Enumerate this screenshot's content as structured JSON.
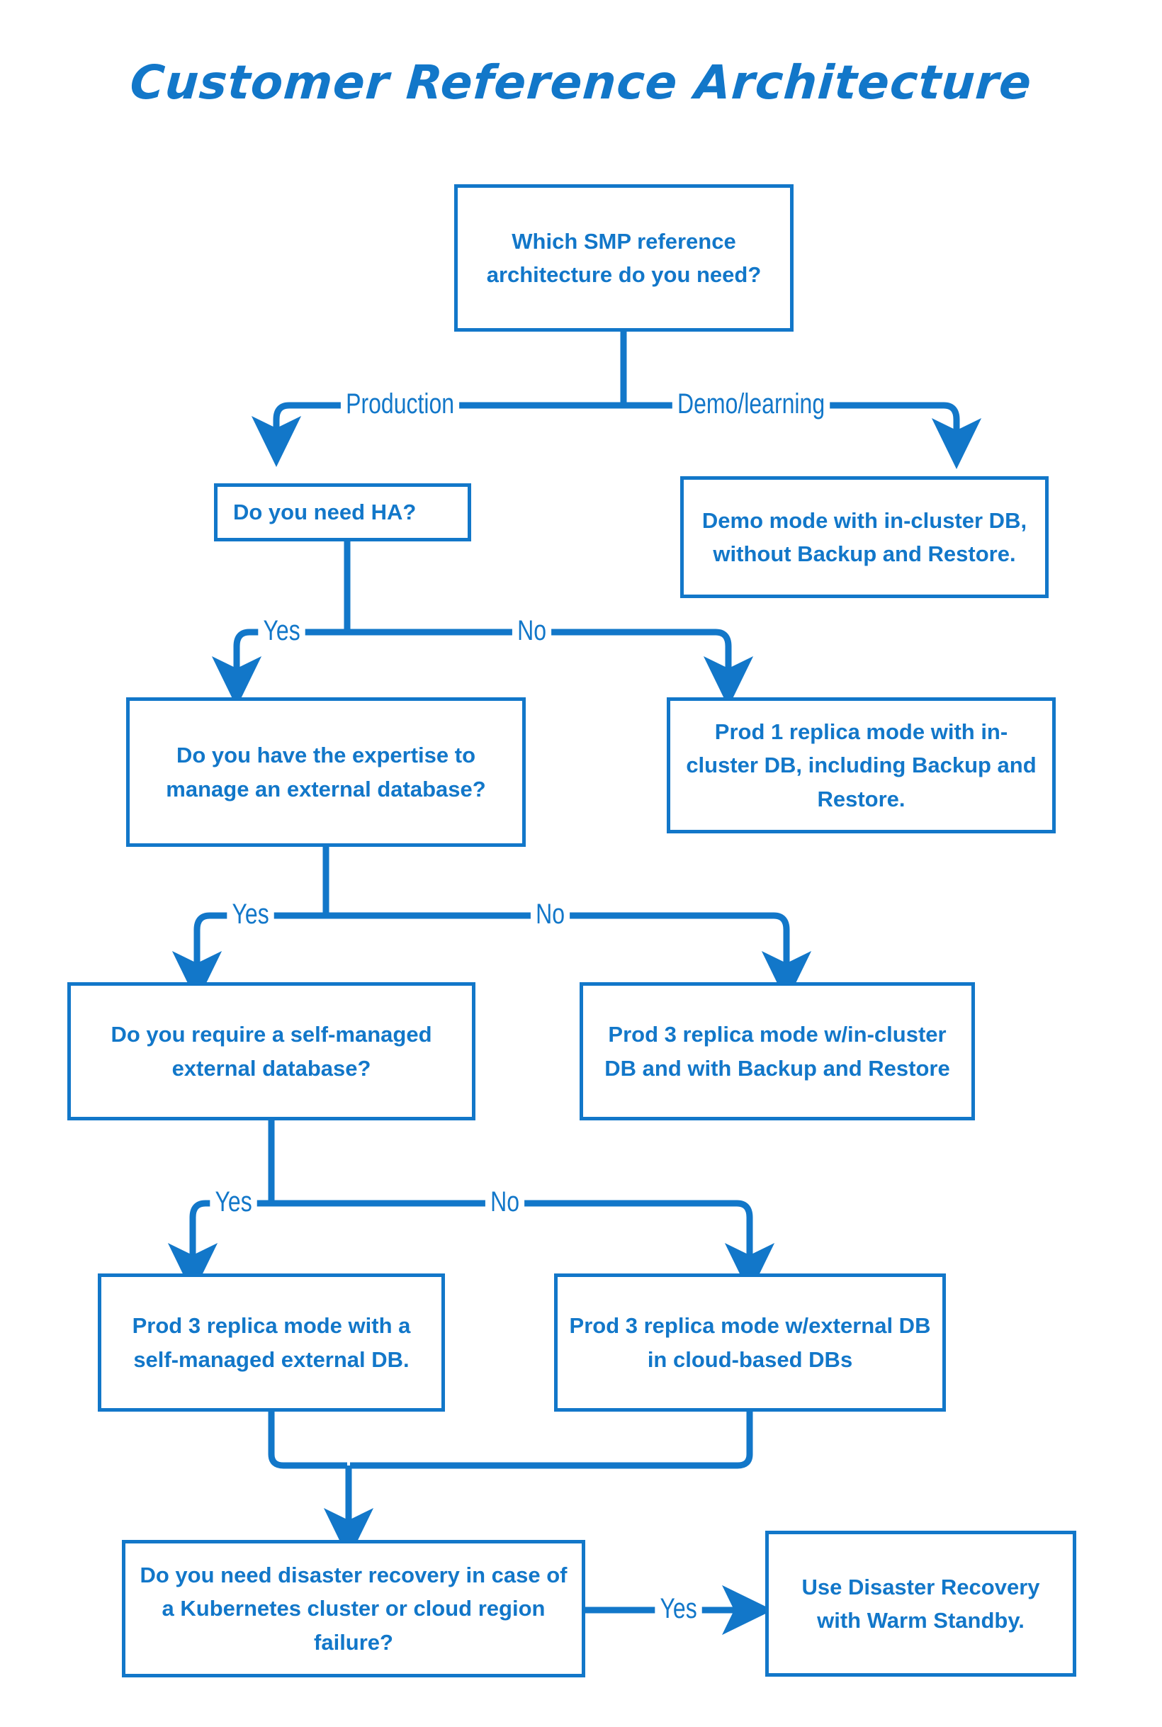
{
  "page": {
    "title": "Customer Reference Architecture",
    "background_color": "#ffffff",
    "accent_color": "#1277c9"
  },
  "chart_data": {
    "type": "diagram",
    "diagram_kind": "decision-flowchart",
    "title": "Customer Reference Architecture",
    "nodes": [
      {
        "id": "n1",
        "kind": "decision",
        "label": "Which SMP reference architecture do you need?"
      },
      {
        "id": "n2",
        "kind": "decision",
        "label": "Do you need HA?"
      },
      {
        "id": "n3",
        "kind": "outcome",
        "label": "Demo mode with in-cluster DB, without Backup and Restore."
      },
      {
        "id": "n4",
        "kind": "decision",
        "label": "Do you have the expertise to manage an external database?"
      },
      {
        "id": "n5",
        "kind": "outcome",
        "label": "Prod 1 replica mode with in-cluster DB, including Backup and Restore."
      },
      {
        "id": "n6",
        "kind": "decision",
        "label": "Do you require a self-managed external database?"
      },
      {
        "id": "n7",
        "kind": "outcome",
        "label": "Prod 3 replica mode w/in-cluster DB and with Backup and Restore"
      },
      {
        "id": "n8",
        "kind": "outcome",
        "label": "Prod 3 replica mode with a self-managed external DB."
      },
      {
        "id": "n9",
        "kind": "outcome",
        "label": "Prod 3 replica mode w/external DB in cloud-based DBs"
      },
      {
        "id": "n10",
        "kind": "decision",
        "label": "Do you need disaster recovery in case of a Kubernetes cluster or cloud region failure?"
      },
      {
        "id": "n11",
        "kind": "outcome",
        "label": "Use Disaster Recovery with Warm Standby."
      }
    ],
    "edges": [
      {
        "from": "n1",
        "to": "n2",
        "label": "Production"
      },
      {
        "from": "n1",
        "to": "n3",
        "label": "Demo/learning"
      },
      {
        "from": "n2",
        "to": "n4",
        "label": "Yes"
      },
      {
        "from": "n2",
        "to": "n5",
        "label": "No"
      },
      {
        "from": "n4",
        "to": "n6",
        "label": "Yes"
      },
      {
        "from": "n4",
        "to": "n7",
        "label": "No"
      },
      {
        "from": "n6",
        "to": "n8",
        "label": "Yes"
      },
      {
        "from": "n6",
        "to": "n9",
        "label": "No"
      },
      {
        "from": "n8",
        "to": "n10",
        "label": ""
      },
      {
        "from": "n9",
        "to": "n10",
        "label": ""
      },
      {
        "from": "n10",
        "to": "n11",
        "label": "Yes"
      }
    ]
  },
  "nodes": {
    "n1": {
      "text": "Which SMP reference architecture do you need?"
    },
    "n2": {
      "text": "Do you need HA?"
    },
    "n3": {
      "text": "Demo mode with in-cluster DB, without Backup and Restore."
    },
    "n4": {
      "text": "Do you have the expertise to manage an external database?"
    },
    "n5": {
      "text": "Prod 1 replica mode with in-cluster DB, including Backup and Restore."
    },
    "n6": {
      "text": "Do you require a self-managed external database?"
    },
    "n7": {
      "text": "Prod 3 replica mode w/in-cluster DB and with Backup and Restore"
    },
    "n8": {
      "text": "Prod 3 replica mode with a self-managed external DB."
    },
    "n9": {
      "text": "Prod 3 replica mode w/external DB in cloud-based DBs"
    },
    "n10": {
      "text": "Do you need disaster recovery in case of a Kubernetes cluster or cloud region failure?"
    },
    "n11": {
      "text": "Use Disaster Recovery with Warm Standby."
    }
  },
  "edge_labels": {
    "production": "Production",
    "demo_learning": "Demo/learning",
    "ha_yes": "Yes",
    "ha_no": "No",
    "expertise_yes": "Yes",
    "expertise_no": "No",
    "selfmanaged_yes": "Yes",
    "selfmanaged_no": "No",
    "dr_yes": "Yes"
  }
}
